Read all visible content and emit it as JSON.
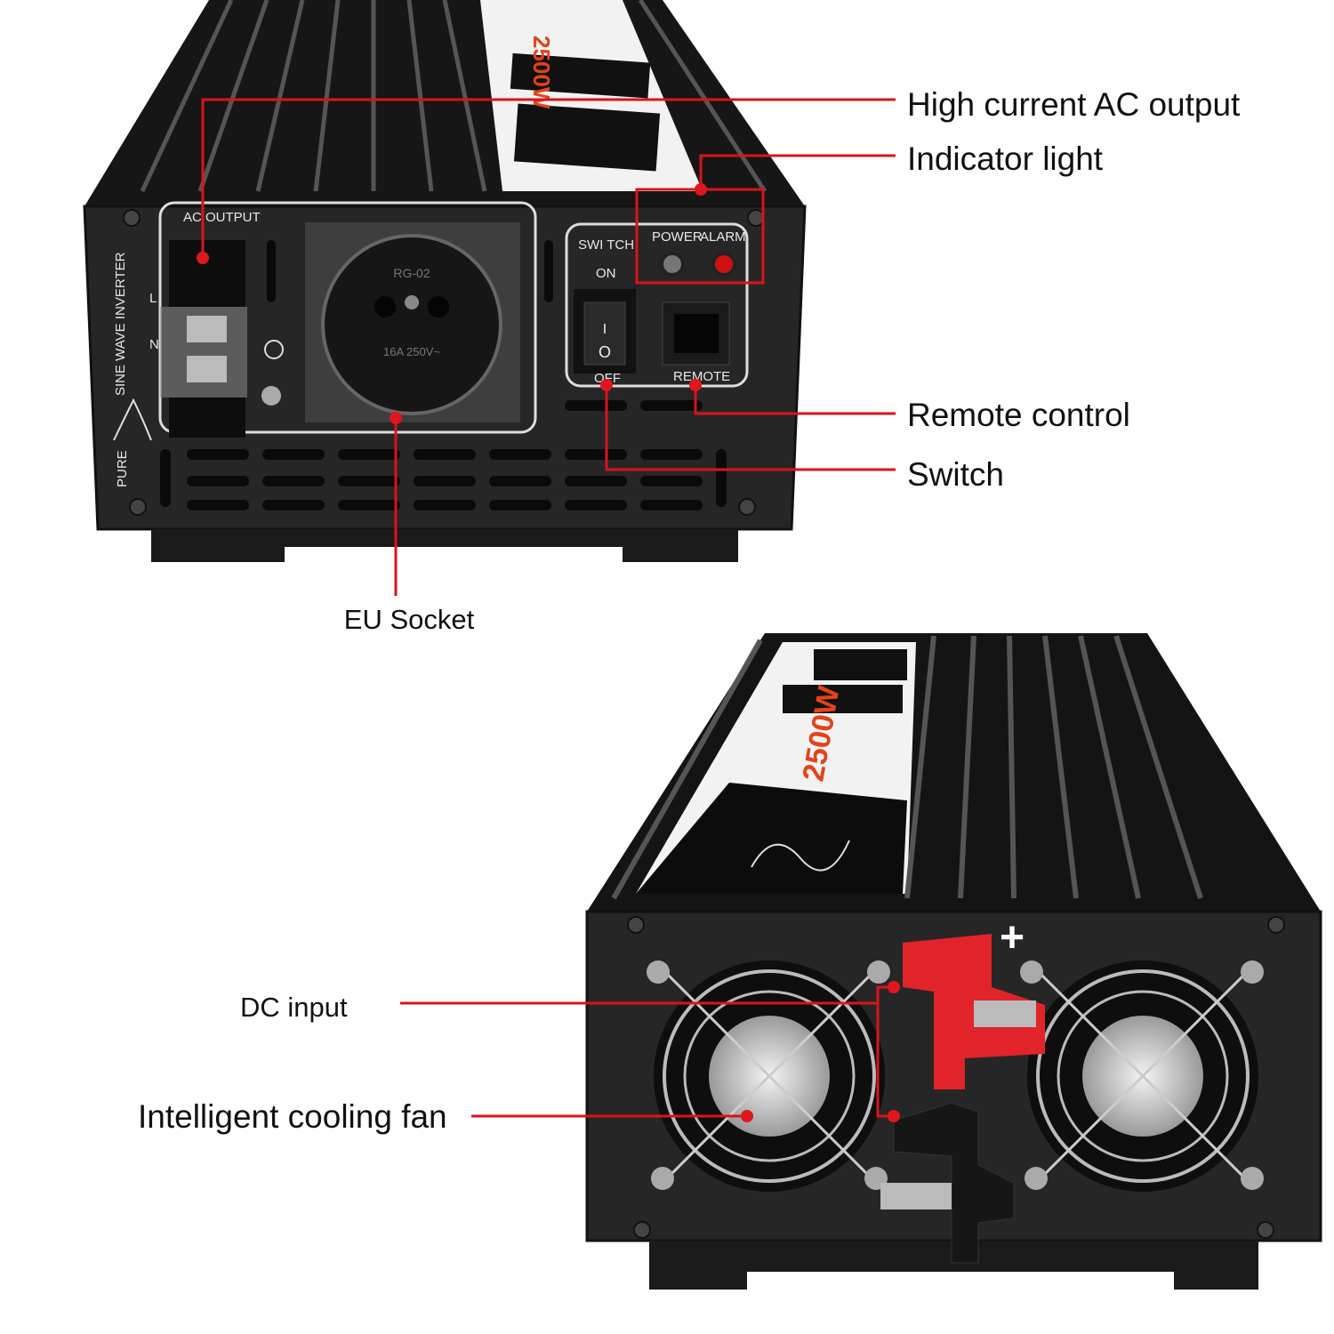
{
  "callouts": {
    "ac_output": "High current AC output",
    "indicator": "Indicator light",
    "remote": "Remote control",
    "switch": "Switch",
    "eu_socket": "EU Socket",
    "dc_input": "DC input",
    "cooling_fan": "Intelligent cooling fan"
  },
  "panel": {
    "ac_output": "AC OUTPUT",
    "sine_wave": "SINE WAVE INVERTER",
    "pure": "PURE",
    "l": "L",
    "n": "N",
    "socket_brand": "RG-02",
    "socket_rating": "16A  250V~",
    "switch": "SWI TCH",
    "on": "ON",
    "off": "OFF",
    "power": "POWER",
    "alarm": "ALARM",
    "remote": "REMOTE",
    "rocker_on": "I",
    "rocker_off": "O",
    "power_rating": "2500W",
    "plus": "+"
  },
  "colors": {
    "accent": "#d8141c",
    "body": "#1e1e1e",
    "panel": "#2a2a2a"
  }
}
